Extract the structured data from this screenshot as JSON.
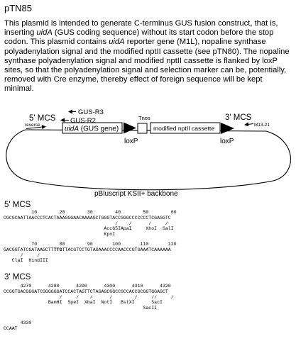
{
  "title": "pTN85",
  "description": {
    "p1": "This plasmid is intended to generate C-terminus GUS fusion construct, that is, inserting ",
    "gene1": "uidA",
    "p2": " (GUS coding sequence) without its start codon before the stop codon.  This plasmid contains ",
    "gene2": "uidA",
    "p3": " reporter gene (M1L), nopaline synthase polyadenylation signal and the modified nptII cassette (see pTN80).  The nopaline synthase polyadenylation signal and modified nptII cassette is flanked by loxP sites, so that the polyadenylation signal and selection marker can be, potentially, removed with Cre enzyme, thereby effect of foreign sequence will be kept minimal."
  },
  "map": {
    "mcs5": "5' MCS",
    "mcs3": "3' MCS",
    "primer_r3": "GUS-R3",
    "primer_r2": "GUS-R2",
    "reverse": "reverse",
    "m13": "M13-21",
    "uida_gene": "uidA",
    "uida_suffix": " (GUS gene)",
    "tnos": "Tnos",
    "nptii": "modified nptII cassette",
    "loxp_left": "loxP",
    "loxp_right": "loxP",
    "backbone": "pBluscript KSII+ backbone"
  },
  "seq5": {
    "heading": "5' MCS",
    "line1": {
      "ruler": "          10        20        30        40        50        60",
      "sequence": "CGCGCAATTAACCCTCACTAAAGGGAACAAAAGCTGGGTACCGGGCCCCCCCTCGAGGTC",
      "ticks": "                                        /    /      /     /",
      "sites1": "                                    Acc65IApaI     XhoI  SalI",
      "sites2": "                                    KpnI"
    },
    "line2": {
      "ruler": "          70        80        90       100       110       120",
      "seq_pre": "GACGGTATCGATAAGCTT",
      "seq_bold": "TTG",
      "seq_post": "TTACGTCCTGTAGAAACCCCAACCCGTGAAATCAAAAAA",
      "ticks": "      /     /",
      "sites": "   ClaI  HindIII"
    }
  },
  "seq3": {
    "heading": "3' MCS",
    "line1": {
      "ruler": "      4270      4280      4290      4300      4310      4320",
      "sequence": "CCGGTGACGGGATCGGGGGGATCCACTAGTTCTAGAGCGGCCGCCACCGCGGTGGAGCT",
      "ticks": "                    /     /    /      /        /     //     /",
      "sites1": "                BamHI  SpeI  XbaI  NotI   BstXI      SacI",
      "sites2": "                                                  SacII"
    },
    "line2": {
      "ruler": "      4330",
      "sequence": "CCAAT"
    }
  }
}
